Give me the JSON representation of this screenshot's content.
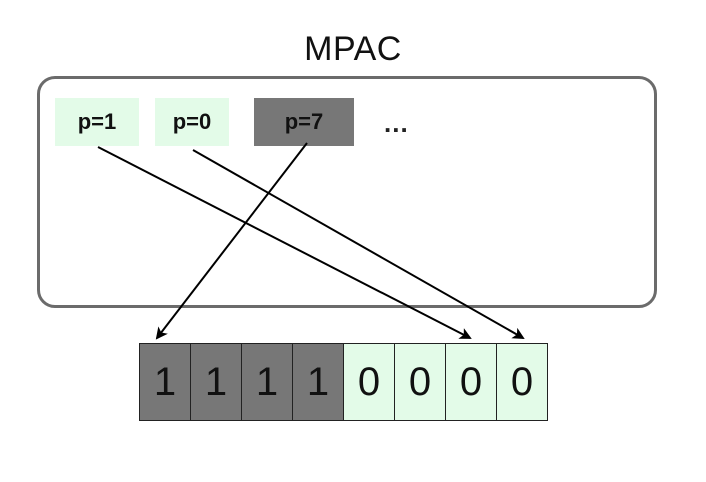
{
  "title": "MPAC",
  "ellipsis": "...",
  "colors": {
    "one_fill": "#777777",
    "zero_fill": "#e3fbe8",
    "box_border": "#6b6b6b",
    "arrow": "#000000"
  },
  "priority_labels": [
    {
      "text": "p=1",
      "fill": "zero",
      "target_bit": 6
    },
    {
      "text": "p=0",
      "fill": "zero",
      "target_bit": 7
    },
    {
      "text": "p=7",
      "fill": "one",
      "target_bit": 0
    }
  ],
  "bits": [
    "1",
    "1",
    "1",
    "1",
    "0",
    "0",
    "0",
    "0"
  ]
}
